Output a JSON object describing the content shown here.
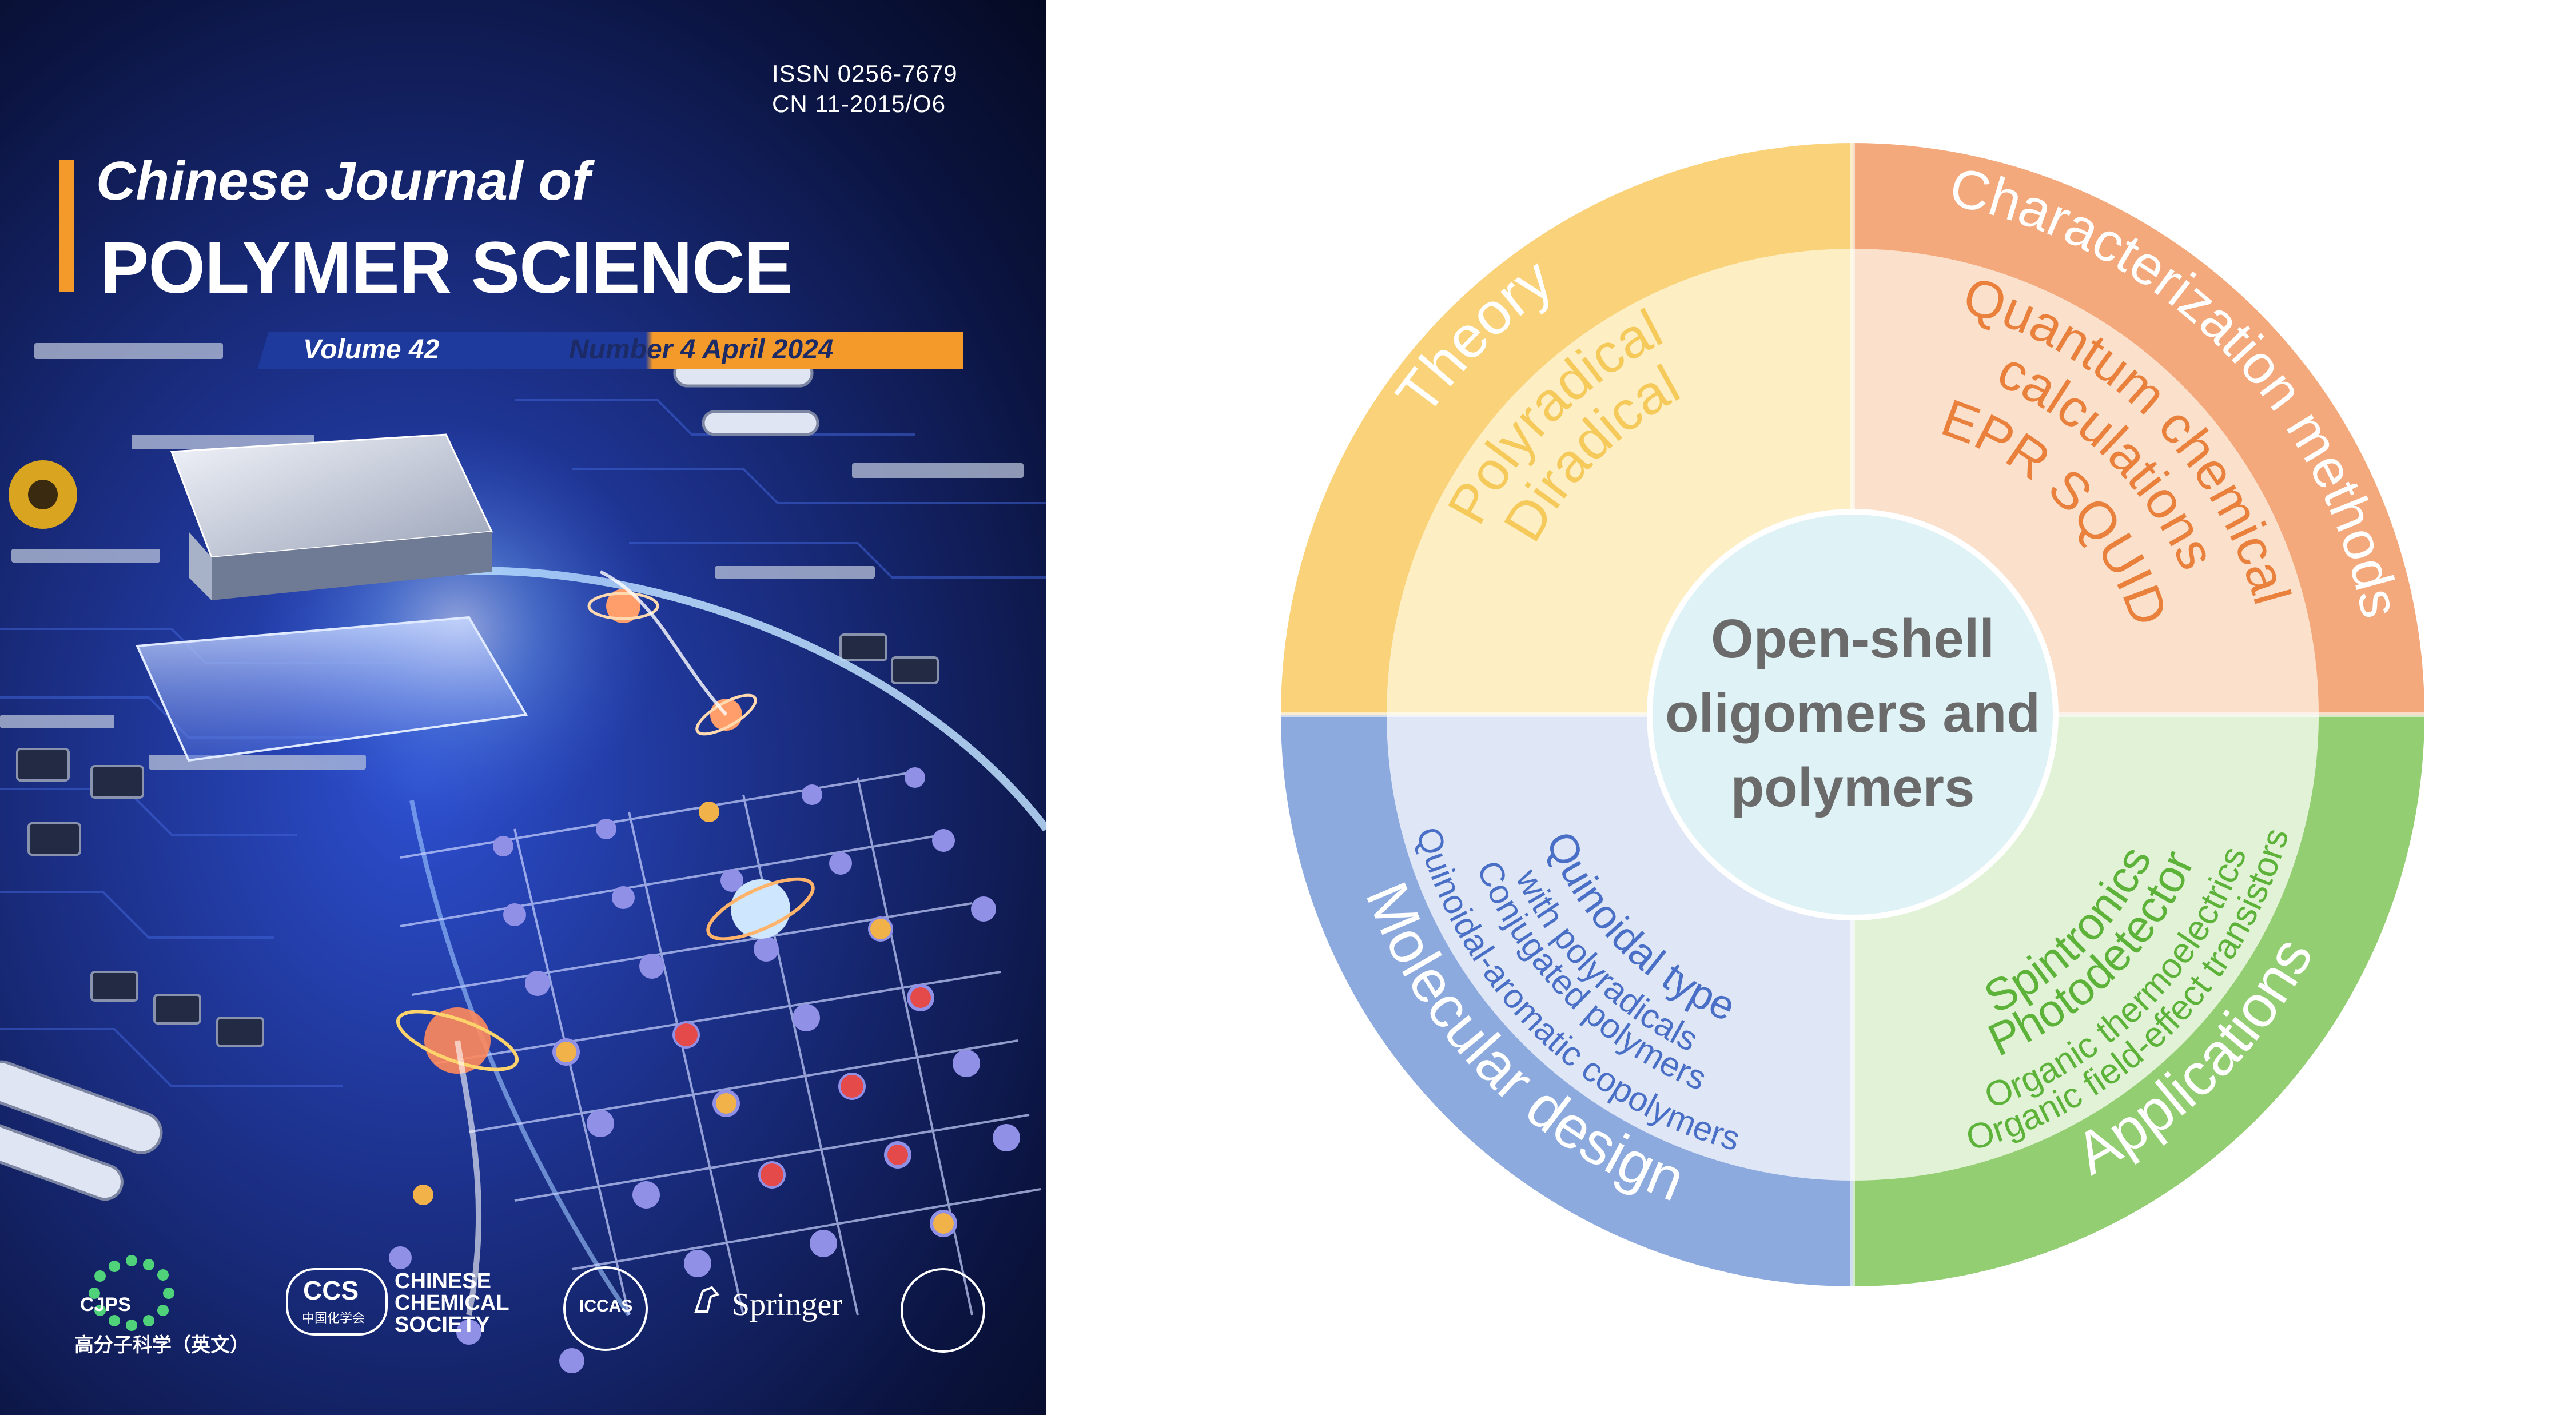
{
  "cover": {
    "issn": "ISSN 0256-7679",
    "cn": "CN 11-2015/O6",
    "title_line1": "Chinese Journal of",
    "title_line2": "POLYMER SCIENCE",
    "volume": "Volume 42",
    "number_date": "Number 4  April  2024",
    "logos": {
      "cjps": "CJPS",
      "cjps_chinese": "高分子科学（英文）",
      "ccs": "CCS",
      "ccs_chinese": "中国化学会",
      "chemical_society": "CHINESE\nCHEMICAL\nSOCIETY",
      "iccas": "ICCAS",
      "springer": "Springer"
    },
    "colors": {
      "accent": "#f39a2b",
      "band_blue": "#1e3a9c"
    }
  },
  "diagram": {
    "center": [
      "Open-shell",
      "oligomers and",
      "polymers"
    ],
    "quadrants": [
      {
        "id": "theory",
        "label": "Theory",
        "items": [
          "Polyradical",
          "Diradical"
        ],
        "outer_color": "#f9d27a",
        "inner_color": "#fdefc3",
        "text_color": "#f5c95a"
      },
      {
        "id": "characterization",
        "label": "Characterization methods",
        "items": [
          "Quantum chemical",
          "calculations",
          "EPR  SQUID"
        ],
        "outer_color": "#f3a97c",
        "inner_color": "#fbe0cc",
        "text_color": "#e9803c"
      },
      {
        "id": "applications",
        "label": "Applications",
        "items": [
          "Organic field-effect transistors",
          "Organic thermoelectrics",
          "Photodetector",
          "Spintronics"
        ],
        "outer_color": "#94ce72",
        "inner_color": "#e2f2d6",
        "text_color": "#5db33a"
      },
      {
        "id": "molecular",
        "label": "Molecular design",
        "items": [
          "Quinoidal-aromatic copolymers",
          "Conjugated polymers",
          "with polyradicals",
          "Quinoidal type"
        ],
        "outer_color": "#8daadf",
        "inner_color": "#dfe6f6",
        "text_color": "#4a6fc6"
      }
    ],
    "center_color": "#dff2f6",
    "center_text_color": "#6b6b6b"
  }
}
